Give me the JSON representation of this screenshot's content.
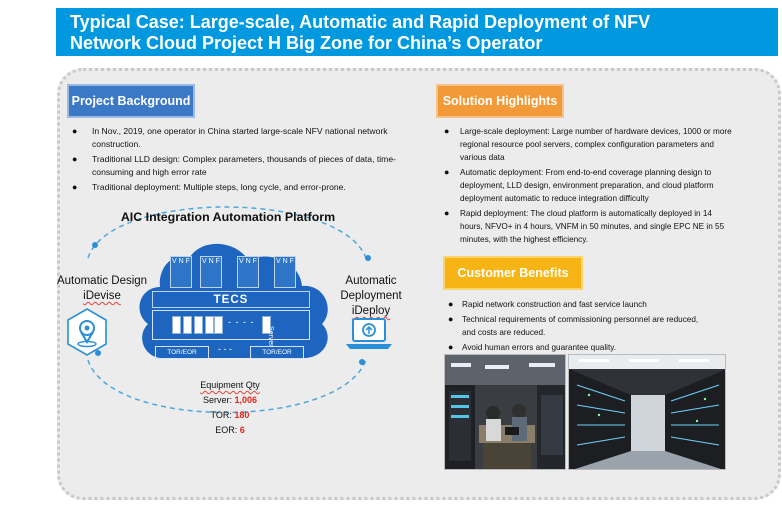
{
  "title": {
    "line1": "Typical Case: Large-scale, Automatic and Rapid Deployment of NFV",
    "line2": "Network Cloud Project H Big Zone for China’s Operator"
  },
  "project_background": {
    "header": "Project Background",
    "items": [
      "In Nov., 2019, one operator in China started large-scale NFV national network construction.",
      "Traditional LLD design: Complex parameters, thousands of pieces of data, time-consuming and high error rate",
      "Traditional deployment: Multiple steps, long cycle, and error-prone."
    ]
  },
  "solution_highlights": {
    "header": "Solution Highlights",
    "items": [
      "Large-scale deployment: Large number of hardware devices, 1000 or more regional resource pool servers, complex configuration parameters and various data",
      "Automatic deployment: From end-to-end coverage planning design to deployment, LLD design, environment preparation, and cloud platform deployment automatic to reduce integration difficulty",
      "Rapid deployment: The cloud platform is automatically deployed in 14 hours, NFVO+ in 4 hours, VNFM in 50 minutes, and single EPC NE in 55 minutes, with the highest efficiency."
    ]
  },
  "customer_benefits": {
    "header": "Customer Benefits",
    "items": [
      "Rapid network construction and fast service launch",
      "Technical requirements of commissioning personnel are reduced, and costs are reduced.",
      "Avoid human errors and guarantee quality."
    ]
  },
  "diagram": {
    "title": "AIC Integration Automation Platform",
    "vnf_label": "V N F",
    "tecs_label": "TECS",
    "server_label": "Server",
    "server_dashes": "- - - -",
    "tor_eor_label": "TOR/EOR",
    "tor_dash": "- - -",
    "left_label_line1": "Automatic Design",
    "left_label_line2": "iDevise",
    "right_label_line1": "Automatic",
    "right_label_line2": "Deployment",
    "right_label_line3": "iDeploy",
    "equipment": {
      "title": "Equipment Qty",
      "server_label": "Server:",
      "server_value": "1,006",
      "tor_label": "TOR:",
      "tor_value": "180",
      "eor_label": "EOR:",
      "eor_value": "6"
    }
  },
  "bullet_glyph": "●",
  "colors": {
    "title_bg": "#0099e0",
    "project_background_header": "#3b79c7",
    "solution_highlights_header": "#f29a38",
    "customer_benefits_header": "#f7b515",
    "cloud": "#1d65bf",
    "highlight_value": "#e3251c"
  },
  "icons": [
    "location-pin-icon",
    "laptop-deploy-icon"
  ]
}
